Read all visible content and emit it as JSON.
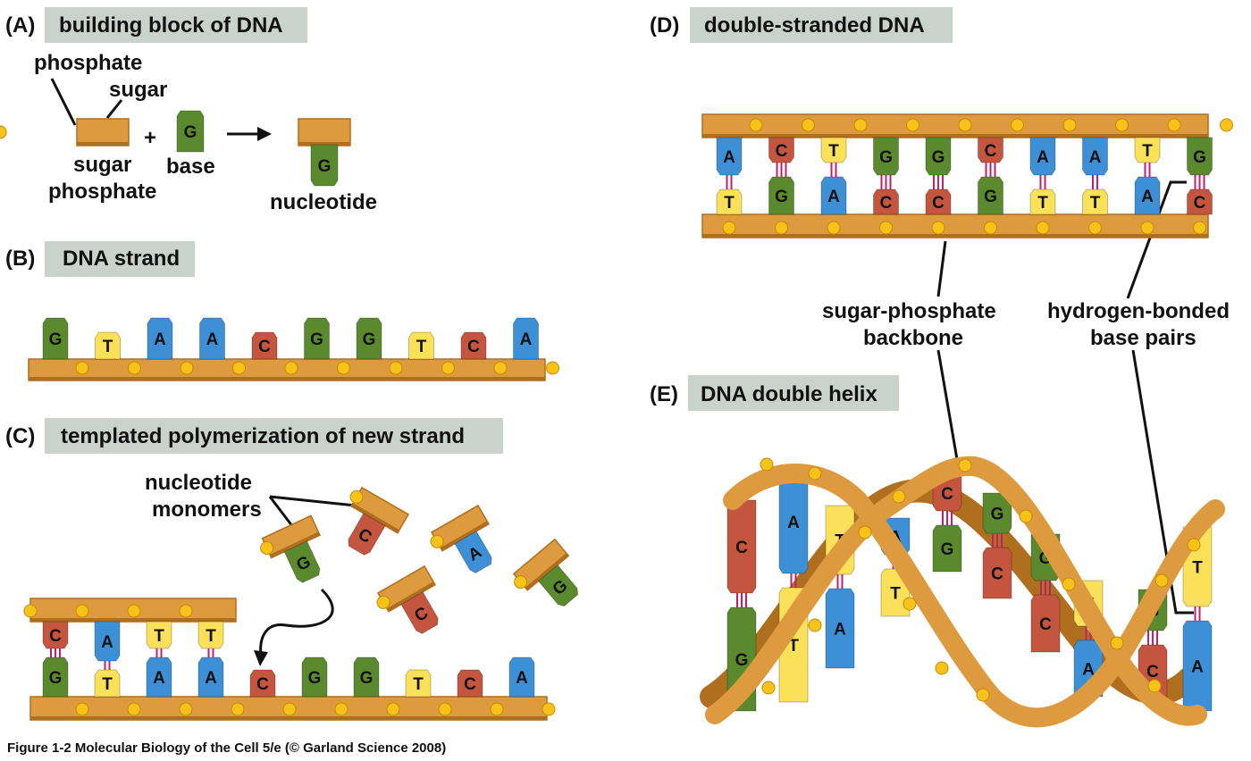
{
  "colors": {
    "A": "#3d8fd6",
    "T": "#fbe05a",
    "G": "#5b8a2e",
    "C": "#c4553f",
    "backbone": "#dd9a3e",
    "backbone_dark": "#b06f1f",
    "phosphate": "#f7c21a",
    "hbond": "#c01f6f",
    "title_bg": "#c9d2cd"
  },
  "panels": {
    "A": {
      "letter": "(A)",
      "title": "building block of DNA"
    },
    "B": {
      "letter": "(B)",
      "title": "DNA strand"
    },
    "C": {
      "letter": "(C)",
      "title": "templated polymerization of new strand"
    },
    "D": {
      "letter": "(D)",
      "title": "double-stranded DNA"
    },
    "E": {
      "letter": "(E)",
      "title": "DNA double helix"
    }
  },
  "panel_a": {
    "labels": {
      "phosphate": "phosphate",
      "sugar": "sugar",
      "sugar_phosphate_1": "sugar",
      "sugar_phosphate_2": "phosphate",
      "base": "base",
      "nucleotide": "nucleotide",
      "plus": "+"
    },
    "base_letter": "G"
  },
  "panel_b": {
    "sequence": [
      "G",
      "T",
      "A",
      "A",
      "C",
      "G",
      "G",
      "T",
      "C",
      "A"
    ]
  },
  "panel_c": {
    "template_top": [
      "C",
      "A",
      "T",
      "T"
    ],
    "template_bottom": [
      "G",
      "T",
      "A",
      "A",
      "C",
      "G",
      "G",
      "T",
      "C",
      "A"
    ],
    "monomers_label_1": "nucleotide",
    "monomers_label_2": "monomers",
    "free_monomers": [
      "G",
      "C",
      "A",
      "C",
      "G"
    ]
  },
  "panel_d": {
    "top": [
      "A",
      "C",
      "T",
      "G",
      "G",
      "C",
      "A",
      "A",
      "T",
      "G"
    ],
    "bottom": [
      "T",
      "G",
      "A",
      "C",
      "C",
      "G",
      "T",
      "T",
      "A",
      "C"
    ],
    "backbone_label_1": "sugar-phosphate",
    "backbone_label_2": "backbone",
    "pairs_label_1": "hydrogen-bonded",
    "pairs_label_2": "base pairs"
  },
  "panel_e": {
    "rungs": [
      {
        "top": "C",
        "bottom": "G"
      },
      {
        "top": "A",
        "bottom": "T"
      },
      {
        "top": "T",
        "bottom": "A"
      },
      {
        "top": "A",
        "bottom": "T"
      },
      {
        "top": "C",
        "bottom": "G"
      },
      {
        "top": "G",
        "bottom": "C"
      },
      {
        "top": "G",
        "bottom": "C"
      },
      {
        "top": "T",
        "bottom": "A"
      },
      {
        "top": "G",
        "bottom": "C"
      },
      {
        "top": "T",
        "bottom": "A"
      }
    ]
  },
  "caption": "Figure 1-2  Molecular Biology of the Cell 5/e (© Garland Science 2008)"
}
